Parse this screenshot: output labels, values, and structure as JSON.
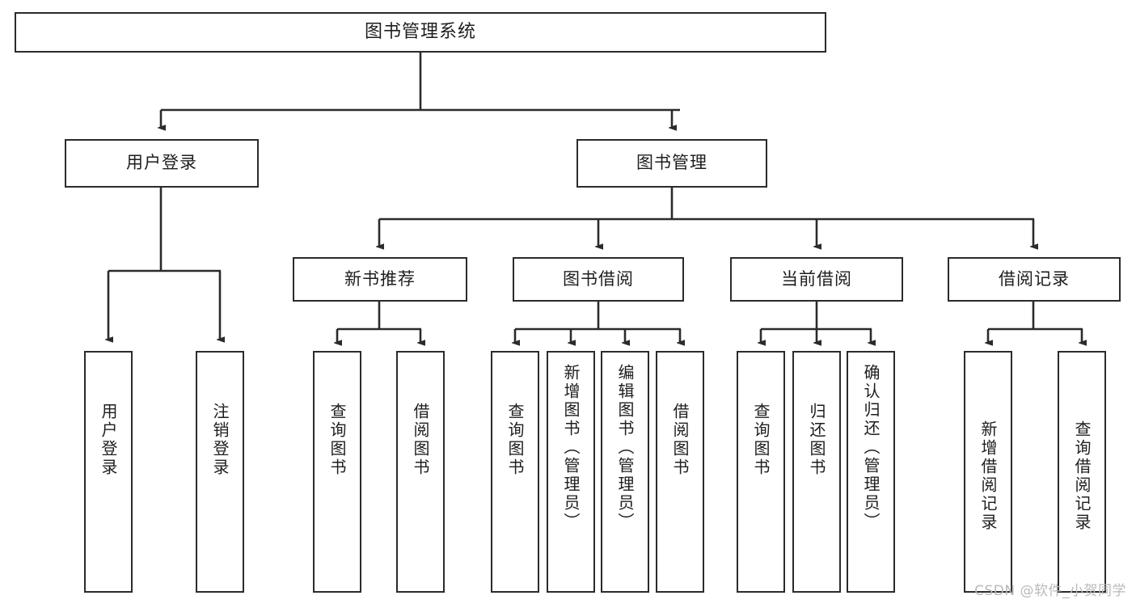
{
  "diagram": {
    "title": "图书管理系统",
    "type": "tree",
    "watermark": "CSDN @软件_小贺同学",
    "colors": {
      "box_border": "#2b2b2b",
      "box_fill": "#ffffff",
      "connector": "#2b2b2b",
      "text": "#1e1e1e",
      "watermark": "#b9b9b9",
      "background": "#ffffff"
    },
    "levels": {
      "root": "图书管理系统",
      "level2": [
        "用户登录",
        "图书管理"
      ],
      "level3": [
        "新书推荐",
        "图书借阅",
        "当前借阅",
        "借阅记录"
      ]
    },
    "nodes": {
      "root": {
        "label": "图书管理系统"
      },
      "user_login": {
        "label": "用户登录"
      },
      "book_manage": {
        "label": "图书管理"
      },
      "new_book_rec": {
        "label": "新书推荐"
      },
      "book_borrow": {
        "label": "图书借阅"
      },
      "current_borrow": {
        "label": "当前借阅"
      },
      "borrow_record": {
        "label": "借阅记录"
      },
      "leaf_user_login": {
        "label": "用户登录"
      },
      "leaf_user_logout": {
        "label": "注销登录"
      },
      "leaf_query_book_1": {
        "label": "查询图书"
      },
      "leaf_borrow_book_1": {
        "label": "借阅图书"
      },
      "leaf_query_book_2": {
        "label": "查询图书"
      },
      "leaf_add_book": {
        "label": "新增图书（管理员）"
      },
      "leaf_edit_book": {
        "label": "编辑图书（管理员）"
      },
      "leaf_borrow_book_2": {
        "label": "借阅图书"
      },
      "leaf_query_book_3": {
        "label": "查询图书"
      },
      "leaf_return_book": {
        "label": "归还图书"
      },
      "leaf_confirm_return": {
        "label": "确认归还（管理员）"
      },
      "leaf_add_record": {
        "label": "新增借阅记录"
      },
      "leaf_query_record": {
        "label": "查询借阅记录"
      }
    },
    "edges": [
      {
        "from": "root",
        "to": "user_login"
      },
      {
        "from": "root",
        "to": "book_manage"
      },
      {
        "from": "user_login",
        "to": "leaf_user_login"
      },
      {
        "from": "user_login",
        "to": "leaf_user_logout"
      },
      {
        "from": "book_manage",
        "to": "new_book_rec"
      },
      {
        "from": "book_manage",
        "to": "book_borrow"
      },
      {
        "from": "book_manage",
        "to": "current_borrow"
      },
      {
        "from": "book_manage",
        "to": "borrow_record"
      },
      {
        "from": "new_book_rec",
        "to": "leaf_query_book_1"
      },
      {
        "from": "new_book_rec",
        "to": "leaf_borrow_book_1"
      },
      {
        "from": "book_borrow",
        "to": "leaf_query_book_2"
      },
      {
        "from": "book_borrow",
        "to": "leaf_add_book"
      },
      {
        "from": "book_borrow",
        "to": "leaf_edit_book"
      },
      {
        "from": "book_borrow",
        "to": "leaf_borrow_book_2"
      },
      {
        "from": "current_borrow",
        "to": "leaf_query_book_3"
      },
      {
        "from": "current_borrow",
        "to": "leaf_return_book"
      },
      {
        "from": "current_borrow",
        "to": "leaf_confirm_return"
      },
      {
        "from": "borrow_record",
        "to": "leaf_add_record"
      },
      {
        "from": "borrow_record",
        "to": "leaf_query_record"
      }
    ]
  }
}
